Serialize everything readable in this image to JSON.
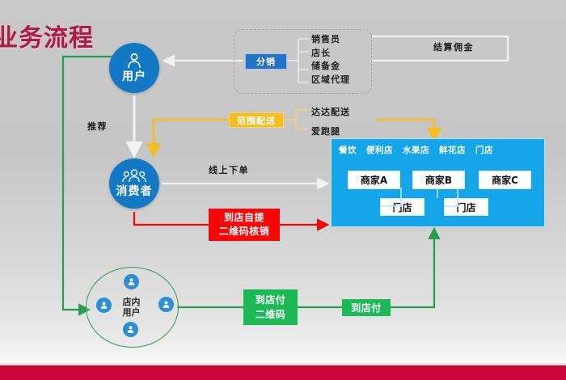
{
  "page": {
    "title": "业务流程",
    "title_color": "#b3184a",
    "background_color": "#c8c8c8",
    "bottom_bar_color": "#c8063c"
  },
  "nodes": {
    "user": {
      "label": "用户",
      "icon": "single-user-icon",
      "color": "#1479c4"
    },
    "consumer": {
      "label": "消费者",
      "icon": "user-group-icon",
      "color": "#1479c4"
    },
    "instore_users": {
      "label": "店内\n用户",
      "label_line1": "店内",
      "label_line2": "用户",
      "icon": "user-avatar-icon",
      "ring_color": "#2e9c53",
      "avatar_count": 4
    }
  },
  "distribution": {
    "box_label": "分销",
    "box_color": "#2272c8",
    "items": [
      {
        "label": "销售员"
      },
      {
        "label": "店长"
      },
      {
        "label": "储备金"
      },
      {
        "label": "区域代理"
      }
    ]
  },
  "delivery": {
    "box_label": "范围配送",
    "box_color": "#f5bd1f",
    "items": [
      {
        "label": "达达配送"
      },
      {
        "label": "爱跑腿"
      }
    ]
  },
  "merchant_panel": {
    "panel_color": "#16a5e8",
    "categories": [
      "餐饮",
      "便利店",
      "水果店",
      "鲜花店",
      "门店"
    ],
    "merchants": [
      {
        "label": "商家A"
      },
      {
        "label": "商家B"
      },
      {
        "label": "商家C"
      }
    ],
    "stores": [
      {
        "label": "门店"
      },
      {
        "label": "门店"
      }
    ]
  },
  "pickup": {
    "line1": "到店自提",
    "line2": "二维码核销",
    "color": "#fa0505"
  },
  "payment": {
    "qr_line1": "到店付",
    "qr_line2": "二维码",
    "pay_label": "到店付",
    "color": "#1db954"
  },
  "flow_labels": {
    "recommend": "推荐",
    "online_order": "线上下单",
    "commission": "结算佣金"
  }
}
